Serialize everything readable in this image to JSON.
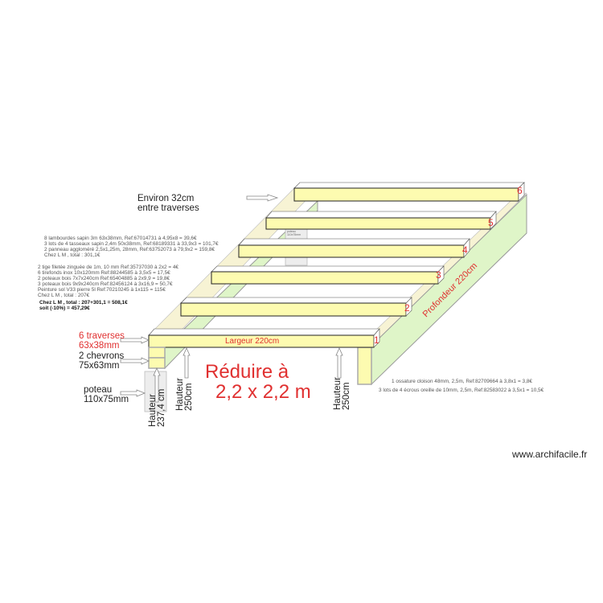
{
  "title_note": {
    "line1": "Environ 32cm",
    "line2": "entre traverses"
  },
  "list_a": [
    "8 lambourdes sapin 3m 63x38mm, Ref:67014731 à 4,95x8 = 39,6€",
    "3 lots de 4 tasseaux sapin 2,4m 50x38mm, Ref:68189331 à 33,9x3 = 101,7€",
    "2 panneau aggloméré 2,5x1,25m, 28mm, Ref:63752073 à 79,9x2 = 159,8€",
    "Chez L M , total : 301,1€"
  ],
  "list_b": [
    "2 tige filetée zinguée de 1m, 10 mm Ref:35737030 à 2x2 = 4€",
    "6 tirefonds inox 10x120mm Ref:88244585 à 3,5x5 = 17,5€",
    "2 poteaux bois 7x7x240cm Ref:65404885 à 2x9,9 = 19,8€",
    "3 poteaux bois 9x9x240cm Ref:82456124 à 3x16,9 = 50,7€",
    "Peinture sol V33 pierre 5l Ref:70210245 à 1x115 = 115€",
    "Chez L M , total : 207€"
  ],
  "totals": [
    "Chez L M , total : 207+301,1 = 508,1€",
    "soit (-10%) = 457,29€"
  ],
  "list_c": [
    "1 ossature cloison 48mm, 2,5m, Ref:82709664 à 3,8x1 = 3,8€",
    "3 lots de 4 écrous oreille de 10mm, 2,5m, Ref:82583022 à 3,5x1 = 10,5€"
  ],
  "beam_numbers": [
    "1",
    "2",
    "3",
    "4",
    "5",
    "6"
  ],
  "width_label": "Largeur 220cm",
  "depth_label": "Profondeur 220cm",
  "reduce": {
    "line1": "Réduire à",
    "line2": "2,2 x 2,2 m"
  },
  "traverses": {
    "line1": "6 traverses",
    "line2": "63x38mm"
  },
  "chevrons": {
    "line1": "2 chevrons",
    "line2": "75x63mm"
  },
  "poteau": {
    "line1": "poteau",
    "line2": "110x75mm"
  },
  "back_post_label": {
    "line1": "poteau",
    "line2": "110x75mm"
  },
  "height_a": {
    "line1": "Hauteur",
    "line2": "237,4 cm"
  },
  "height_b": {
    "line1": "Hauteur",
    "line2": "250cm"
  },
  "height_c": {
    "line1": "Hauteur",
    "line2": "250cm"
  },
  "watermark": "www.archifacile.fr",
  "colors": {
    "beam": "#fdfbb0",
    "side": "#dff5c8",
    "accent": "#e03030"
  }
}
